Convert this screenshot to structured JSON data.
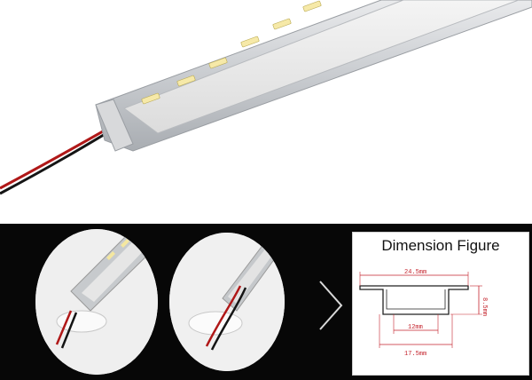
{
  "top_photo": {
    "subject": "aluminum LED strip profile with SMD LEDs and red/black power wire"
  },
  "bottom_band": {
    "background": "#070707",
    "panel": {
      "title": "Dimension Figure",
      "dimensions": {
        "overall_width": "24.5mm",
        "height": "8.5mm",
        "inner_bottom": "12mm",
        "bottom_width": "17.5mm"
      },
      "dimension_color": "#c4232c"
    },
    "arrow_icon": "chevron-right-icon"
  }
}
